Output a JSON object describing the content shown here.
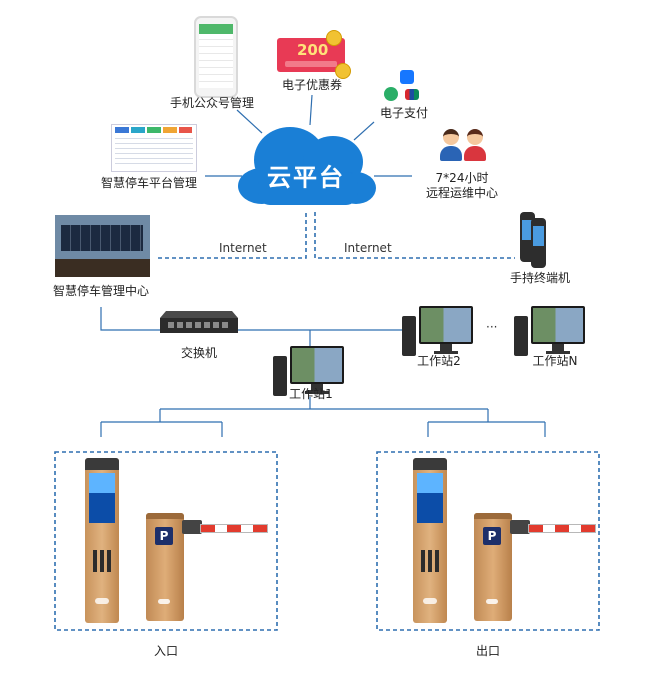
{
  "cloud": {
    "label": "云平台"
  },
  "nodes": {
    "mobile": "手机公众号管理",
    "coupon": "电子优惠券",
    "coupon_amount": "200",
    "payment": "电子支付",
    "platform": "智慧停车平台管理",
    "ops_line1": "7*24小时",
    "ops_line2": "远程运维中心",
    "control_center": "智慧停车管理中心",
    "handheld": "手持终端机",
    "switch": "交换机",
    "ws1": "工作站1",
    "ws2": "工作站2",
    "wsn": "工作站N",
    "ellipsis": "···",
    "entrance": "入口",
    "exit": "出口"
  },
  "links": {
    "internet_left": "Internet",
    "internet_right": "Internet"
  },
  "sign_letter": "P",
  "colors": {
    "cloud": "#1a7fd6",
    "line": "#2f6fb0",
    "dash": "#2f6fb0",
    "coupon": "#e83a55",
    "alipay": "#1677ff",
    "wechat": "#2aae67",
    "unionpay": "#d7282f"
  },
  "icons": [
    "phone-icon",
    "coupon-icon",
    "payment-icon",
    "dashboard-icon",
    "support-agents-icon",
    "control-room-icon",
    "handheld-terminal-icon",
    "network-switch-icon",
    "workstation-icon",
    "ticket-kiosk-icon",
    "barrier-gate-icon"
  ]
}
